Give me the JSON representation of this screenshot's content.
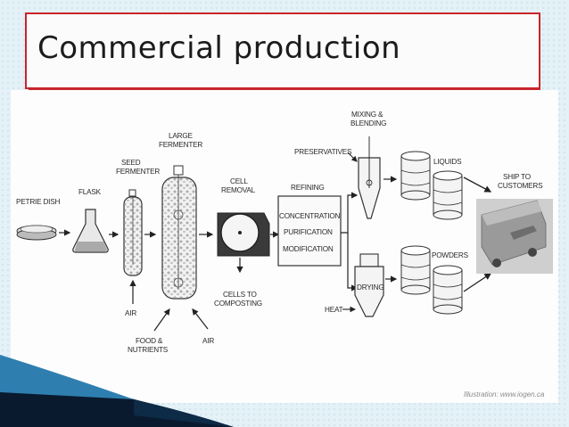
{
  "slide": {
    "title": "Commercial production"
  },
  "diagram": {
    "labels": {
      "petrie_dish": "PETRIE DISH",
      "flask": "FLASK",
      "seed_fermenter_1": "SEED",
      "seed_fermenter_2": "FERMENTER",
      "large_fermenter_1": "LARGE",
      "large_fermenter_2": "FERMENTER",
      "cell_removal_1": "CELL",
      "cell_removal_2": "REMOVAL",
      "cells_to_composting_1": "CELLS TO",
      "cells_to_composting_2": "COMPOSTING",
      "air_1": "AIR",
      "air_2": "AIR",
      "food_nutrients_1": "FOOD &",
      "food_nutrients_2": "NUTRIENTS",
      "refining": "REFINING",
      "concentration": "CONCENTRATION",
      "purification": "PURIFICATION",
      "modification": "MODIFICATION",
      "preservatives": "PRESERVATIVES",
      "mixing_blending_1": "MIXING &",
      "mixing_blending_2": "BLENDING",
      "drying": "DRYING",
      "heat": "HEAT",
      "liquids": "LIQUIDS",
      "powders": "POWDERS",
      "ship_to_customers_1": "SHIP TO",
      "ship_to_customers_2": "CUSTOMERS"
    },
    "credit": "Illustration: www.iogen.ca"
  },
  "colors": {
    "slide_bg": "#e4f1f7",
    "title_border": "#c8252d",
    "accent_dark": "#0a1a2e",
    "accent_blue": "#2e7fb0"
  }
}
